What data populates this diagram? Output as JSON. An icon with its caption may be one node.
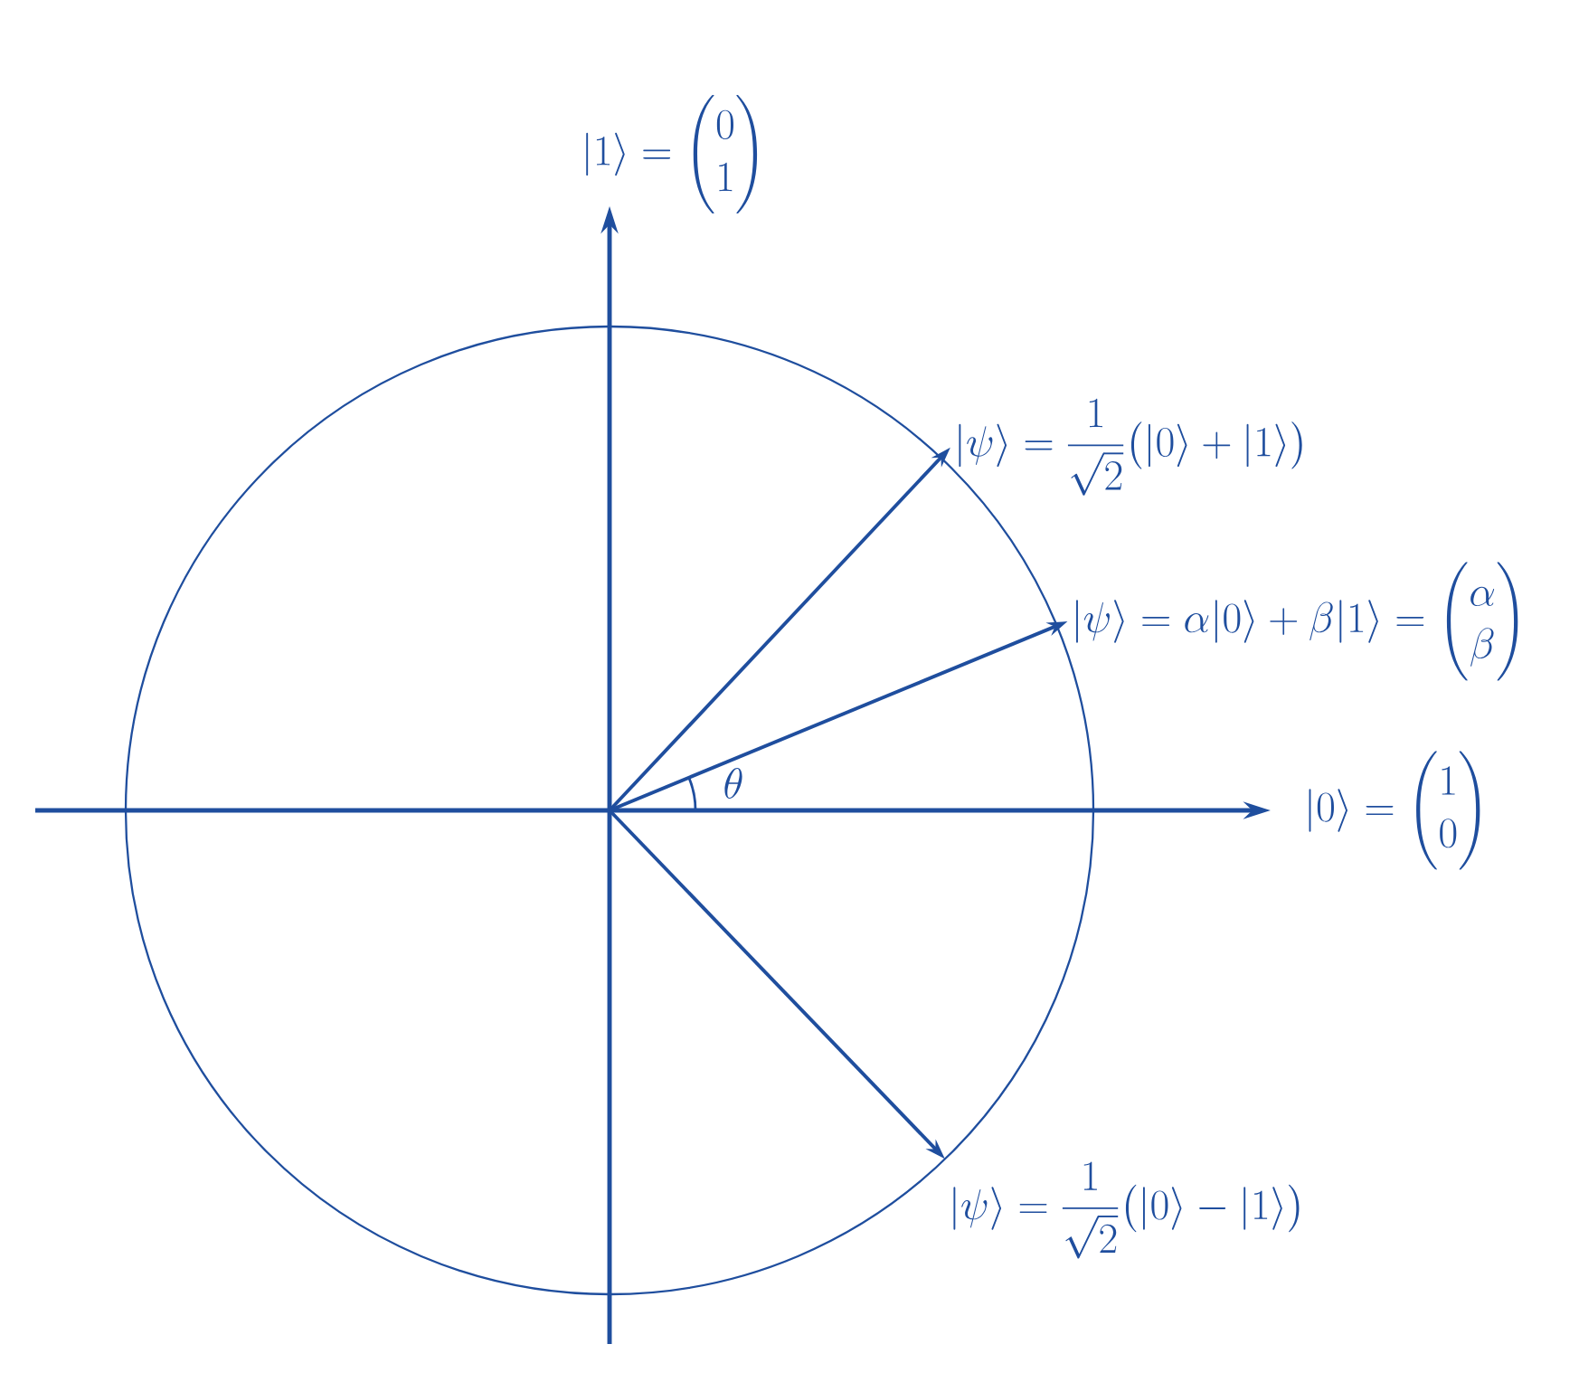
{
  "diagram": {
    "nodes": [
      {
        "text": [
          "|\\psi\\rangle = \\frac{1}{\\sqrt{2}}\\bigl(|0\\rangle + |1\\rangle\\bigr)"
        ]
      },
      {
        "text": [
          "|\\psi\\rangle = \\alpha|0\\rangle + \\beta|1\\rangle = \\begin{pmatrix}\\alpha\\\\ \\beta\\end{pmatrix}"
        ]
      },
      {
        "text": [
          "|\\psi\\rangle = \\frac{1}{\\sqrt{2}}\\bigl(|0\\rangle - |1\\rangle\\bigr)"
        ]
      }
    ],
    "edges": [
      {
        "from": null,
        "to": 0,
        "arrow": "to"
      },
      {
        "from": null,
        "to": 1,
        "arrow": "to"
      },
      {
        "from": null,
        "to": 2,
        "arrow": "to"
      }
    ],
    "labels": [
      "|1\\rangle = \\begin{pmatrix}0\\\\ 1\\end{pmatrix}",
      "\\theta",
      "|0\\rangle = \\begin{pmatrix}1\\\\ 0\\end{pmatrix}"
    ]
  }
}
